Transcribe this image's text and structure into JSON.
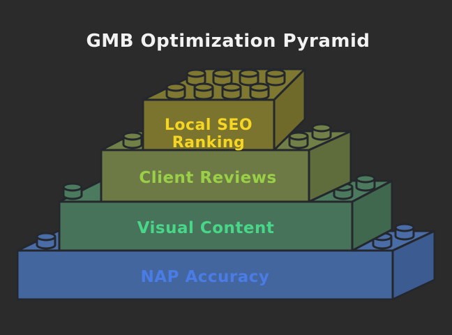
{
  "title": "GMB Optimization Pyramid",
  "colors": {
    "background": "#2b2b2b",
    "outline": "#24282d",
    "title_text": "#f2f2f2"
  },
  "pyramid": {
    "levels": [
      {
        "label": "Local SEO Ranking",
        "lines": [
          "Local SEO",
          "Ranking"
        ],
        "label_color": "#f6d523",
        "brick_colors": {
          "front": "#7a742f",
          "top": "#7e7831",
          "side": "#6f692a"
        }
      },
      {
        "label": "Client Reviews",
        "lines": [
          "Client Reviews"
        ],
        "label_color": "#9ad048",
        "brick_colors": {
          "front": "#6d7a45",
          "top": "#718047",
          "side": "#5f6c3c"
        }
      },
      {
        "label": "Visual Content",
        "lines": [
          "Visual Content"
        ],
        "label_color": "#48d689",
        "brick_colors": {
          "front": "#47735a",
          "top": "#4b7a5e",
          "side": "#3f684f"
        }
      },
      {
        "label": "NAP Accuracy",
        "lines": [
          "NAP Accuracy"
        ],
        "label_color": "#4a7ce6",
        "brick_colors": {
          "front": "#44669e",
          "top": "#4a6ca7",
          "side": "#3c5c91"
        }
      }
    ]
  }
}
